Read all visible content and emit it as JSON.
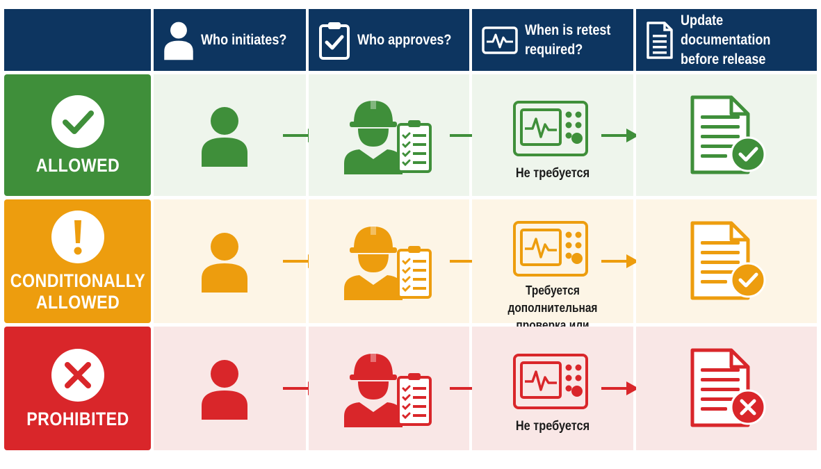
{
  "headers": [
    {
      "label": "Who initiates?",
      "icon": "person-icon"
    },
    {
      "label": "Who approves?",
      "icon": "clipboard-check-icon"
    },
    {
      "label": "When is retest required?",
      "icon": "monitor-pulse-icon"
    },
    {
      "label": "Update documentation before release",
      "icon": "document-icon"
    }
  ],
  "rows": [
    {
      "status": "ALLOWED",
      "status_icon": "checkmark-icon",
      "color": "#3f8f3a",
      "tint": "#eef5ec",
      "retest_text": "Не требуется",
      "doc_badge_icon": "check-badge-icon"
    },
    {
      "status": "CONDITIONALLY ALLOWED",
      "status_icon": "exclamation-icon",
      "color": "#ed9d0e",
      "tint": "#fdf5e6",
      "retest_text": "Требуется дополнительная проверка или ретест",
      "doc_badge_icon": "check-badge-icon"
    },
    {
      "status": "PROHIBITED",
      "status_icon": "cross-icon",
      "color": "#d9262a",
      "tint": "#f9e7e6",
      "retest_text": "Не требуется",
      "doc_badge_icon": "cross-badge-icon"
    }
  ],
  "header_color": "#0d3560"
}
